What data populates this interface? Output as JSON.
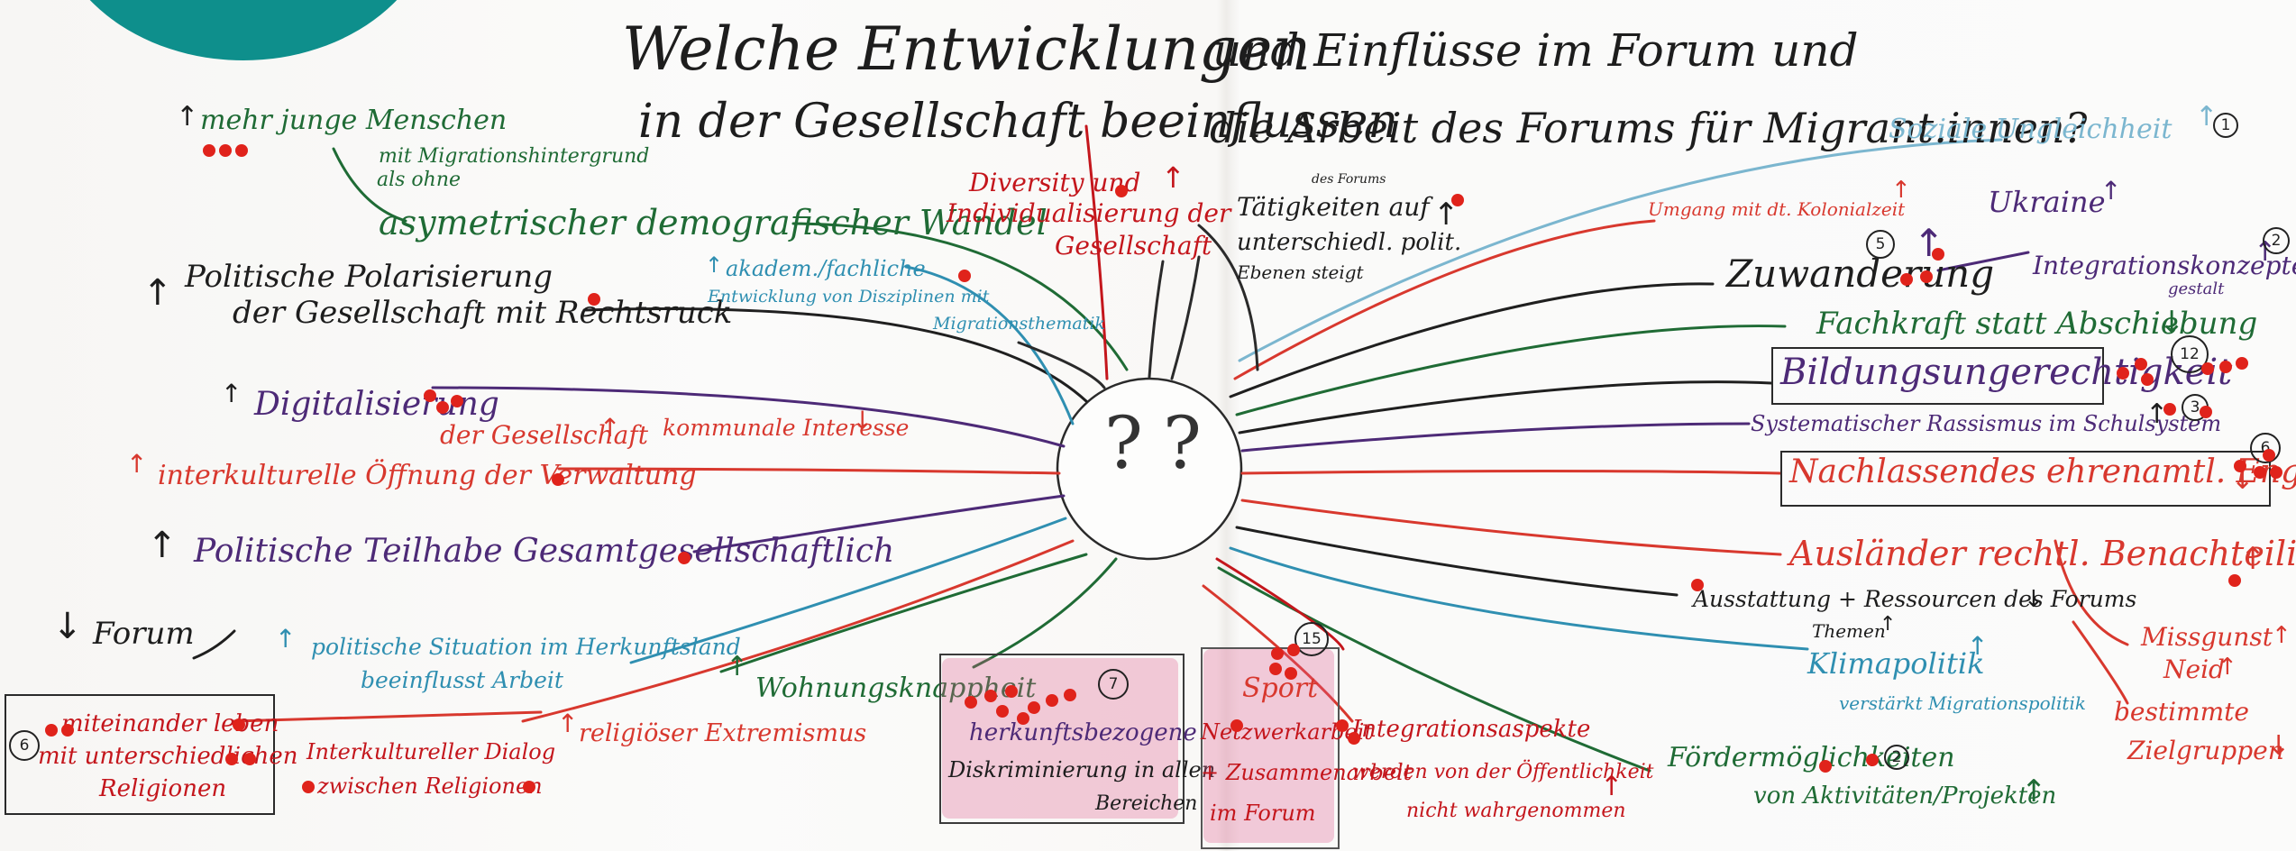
{
  "header": {
    "line1_left": "Welche Entwicklungen",
    "line1_right": "und Einflüsse im Forum und",
    "line2_left": "in der Gesellschaft beeinflussen",
    "line2_right": "die Arbeit des Forums für Migrant.innen?"
  },
  "center": {
    "mark_left": "?",
    "mark_right": "?"
  },
  "left": {
    "mehr_junge": "mehr junge Menschen",
    "mit_migration": "mit Migrationshintergrund",
    "als_ohne": "als ohne",
    "demografie": "asymetrischer demografischer Wandel",
    "polarisierung_1": "Politische Polarisierung",
    "polarisierung_2": "der Gesellschaft mit Rechtsruck",
    "digitalisierung": "Digitalisierung",
    "der_gesellschaft": "der Gesellschaft",
    "kommunale": "kommunale Interesse",
    "interkulturelle_oeffnung": "interkulturelle Öffnung der Verwaltung",
    "politische_teilhabe": "Politische Teilhabe Gesamtgesellschaftlich",
    "forum": "Forum",
    "politische_situation_1": "politische Situation im Herkunftsland",
    "politische_situation_2": "beeinflusst Arbeit",
    "wohnung": "Wohnungsknappheit",
    "religioeser_extremismus": "religiöser Extremismus",
    "interkultureller_dialog_1": "Interkultureller Dialog",
    "interkultureller_dialog_2": "zwischen Religionen",
    "miteinander_1": "miteinander leben",
    "miteinander_2": "mit unterschiedlichen",
    "miteinander_3": "Religionen",
    "diversity_1": "Diversity und",
    "diversity_2": "Individualisierung der",
    "diversity_3": "Gesellschaft",
    "akademisch_1": "akadem./fachliche",
    "akademisch_2": "Entwicklung von Disziplinen mit",
    "akademisch_3": "Migrationsthematik",
    "herkunft_1": "herkunftsbezogene",
    "herkunft_2": "Diskriminierung in allen",
    "herkunft_3": "Bereichen"
  },
  "right": {
    "taetigkeiten_1": "Tätigkeiten auf",
    "taetigkeiten_sup": "des Forums",
    "taetigkeiten_2": "unterschiedl. polit.",
    "taetigkeiten_3": "Ebenen steigt",
    "soziale": "Soziale Ungleichheit",
    "kolonialzeit": "Umgang mit dt. Kolonialzeit",
    "ukraine": "Ukraine",
    "zuwanderung": "Zuwanderung",
    "integrationskonzepte": "Integrationskonzepte",
    "gestalt": "gestalt",
    "fachkraft": "Fachkraft statt Abschiebung",
    "bildung": "Bildungsungerechtigkeit",
    "rassismus": "Systematischer Rassismus im Schulsystem",
    "ehrenamt": "Nachlassendes ehrenamtl. Engagement",
    "auslaender": "Ausländer rechtl. Benachteiligung",
    "ausstattung": "Ausstattung + Ressourcen des Forums",
    "themen": "Themen",
    "klimapolitik": "Klimapolitik",
    "verstaerkt": "verstärkt Migrationspolitik",
    "missgunst": "Missgunst",
    "neid": "Neid",
    "bestimmte_1": "bestimmte",
    "bestimmte_2": "Zielgruppen",
    "foerder_1": "Fördermöglichkeiten",
    "foerder_2": "von Aktivitäten/Projekten",
    "sport": "Sport",
    "netzwerk": "Netzwerkarbeit",
    "zusammenarbeit_1": "+ Zusammenarbeit",
    "zusammenarbeit_2": "im Forum",
    "integration_1": "Integrationsaspekte",
    "integration_2": "werden von der Öffentlichkeit",
    "integration_3": "nicht wahrgenommen"
  },
  "badges": {
    "b7": "7",
    "b15": "15",
    "b5": "5",
    "b2": "2",
    "b12": "12",
    "b3": "3",
    "b6a": "6",
    "b6b": "6",
    "b2b": "2",
    "b1": "1"
  },
  "colors": {
    "teal_logo": "#0e8f8c",
    "marker_red": "#e0231b",
    "black": "#1d1d1d",
    "green": "#1f6b35",
    "purple": "#4d2a77",
    "blue": "#2f8fb1",
    "crimson": "#c4161c"
  },
  "icons": [
    "up-arrow-icon",
    "down-arrow-icon",
    "voting-dot-icon",
    "count-badge-icon"
  ]
}
